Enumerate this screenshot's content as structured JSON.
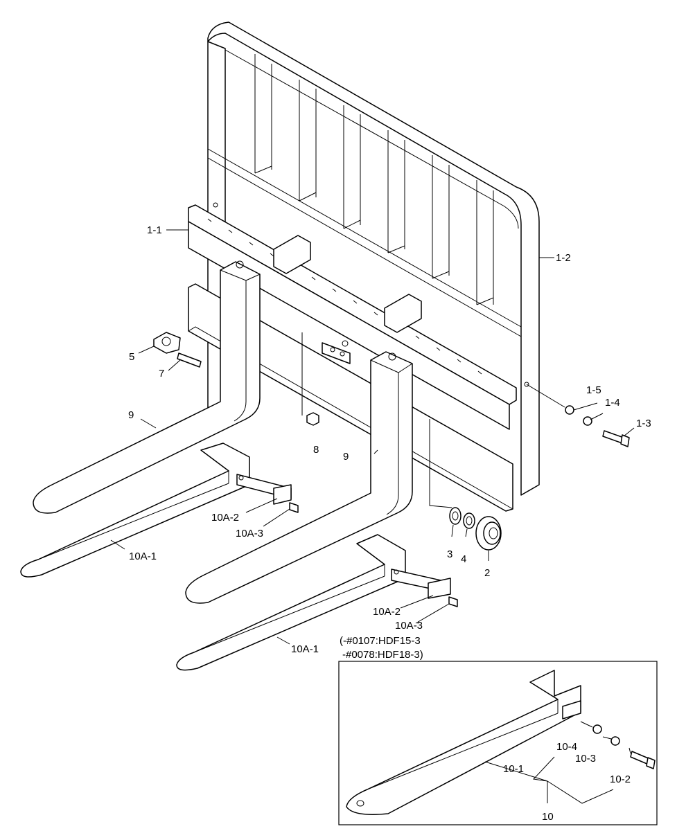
{
  "labels": {
    "l_1_1": "1-1",
    "l_1_2": "1-2",
    "l_1_3": "1-3",
    "l_1_4": "1-4",
    "l_1_5": "1-5",
    "l_2": "2",
    "l_3": "3",
    "l_4": "4",
    "l_5": "5",
    "l_7": "7",
    "l_8": "8",
    "l_9a": "9",
    "l_9b": "9",
    "l_10a1_a": "10A-1",
    "l_10a1_b": "10A-1",
    "l_10a2_a": "10A-2",
    "l_10a2_b": "10A-2",
    "l_10a3_a": "10A-3",
    "l_10a3_b": "10A-3",
    "l_10": "10",
    "l_10_1": "10-1",
    "l_10_2": "10-2",
    "l_10_3": "10-3",
    "l_10_4": "10-4"
  },
  "note": {
    "line1": "(-#0107:HDF15-3",
    "line2": "-#0078:HDF18-3)"
  }
}
